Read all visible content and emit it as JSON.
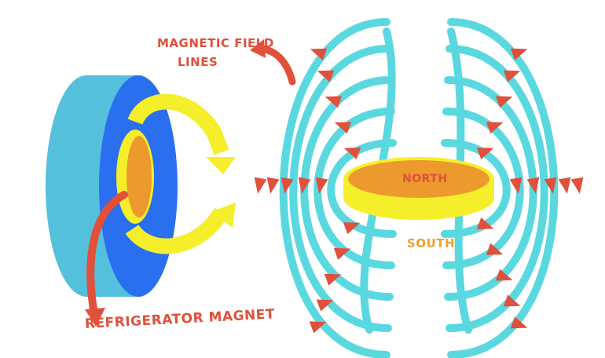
{
  "labels": {
    "field_lines": [
      "MAGNETIC FIELD",
      "LINES"
    ],
    "north": "NORTH",
    "south": "SOUTH",
    "refrigerator_magnet": "REFRIGERATOR MAGNET"
  },
  "colors": {
    "field_line": "#5ad8e0",
    "arrow": "#e0503a",
    "magnet_side": "#54c0dc",
    "magnet_face": "#2a6ff0",
    "ring": "#f4ef2a",
    "core": "#ec9a2e",
    "curved_arrow_yellow": "#f4ef2a",
    "label": "#e0503a"
  }
}
